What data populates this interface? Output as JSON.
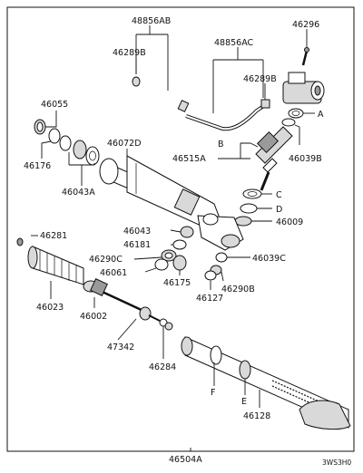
{
  "labels": {
    "p48856ab": "48856AB",
    "p48856ac": "48856AC",
    "p46296": "46296",
    "p46289b_1": "46289B",
    "p46289b_2": "46289B",
    "pA": "A",
    "p46039b": "46039B",
    "p46055": "46055",
    "p46176": "46176",
    "p46043a": "46043A",
    "p46072d": "46072D",
    "pB": "B",
    "p46515a": "46515A",
    "pC": "C",
    "pD": "D",
    "p46009": "46009",
    "p46043": "46043",
    "p46181": "46181",
    "p46290c": "46290C",
    "p46061": "46061",
    "p46175": "46175",
    "p46039c": "46039C",
    "p46290b": "46290B",
    "p46127": "46127",
    "p46281": "46281",
    "p46023": "46023",
    "p46002": "46002",
    "p47342": "47342",
    "p46284": "46284",
    "pF": "F",
    "pE": "E",
    "p46128": "46128",
    "p46504a": "46504A",
    "ref": "3WS3H0"
  }
}
